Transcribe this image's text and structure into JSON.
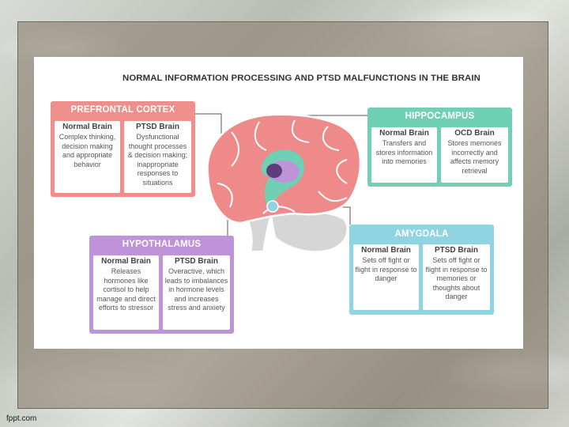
{
  "title": "NORMAL INFORMATION PROCESSING AND PTSD MALFUNCTIONS IN THE BRAIN",
  "footer": "fppt.com",
  "colors": {
    "prefrontal": "#ef8f8c",
    "hippocampus": "#6fd0b3",
    "hypothalamus": "#be93da",
    "amygdala": "#8fd4e0",
    "brain": "#ef8a8b",
    "cerebellum": "#d6d6d6"
  },
  "prefrontal": {
    "title": "PREFRONTAL CORTEX",
    "left": {
      "head": "Normal Brain",
      "text": "Complex thinking, decision making and appropriate behavior"
    },
    "right": {
      "head": "PTSD Brain",
      "text": "Dysfunctional thought processes & decision making; inappropriate responses to situations"
    }
  },
  "hippocampus": {
    "title": "HIPPOCAMPUS",
    "left": {
      "head": "Normal Brain",
      "text": "Transfers and stores information into memories"
    },
    "right": {
      "head": "OCD Brain",
      "text": "Stores memories incorrectly and affects memory retrieval"
    }
  },
  "hypothalamus": {
    "title": "HYPOTHALAMUS",
    "left": {
      "head": "Normal Brain",
      "text": "Releases hormones like cortisol to help manage and direct efforts to stressor"
    },
    "right": {
      "head": "PTSD Brain",
      "text": "Overactive, which leads to imbalances in hormone levels and increases stress and anxiety"
    }
  },
  "amygdala": {
    "title": "AMYGDALA",
    "left": {
      "head": "Normal Brain",
      "text": "Sets off fight or flight in response to danger"
    },
    "right": {
      "head": "PTSD Brain",
      "text": "Sets off fight or flight in response to memories or thoughts about danger"
    }
  }
}
